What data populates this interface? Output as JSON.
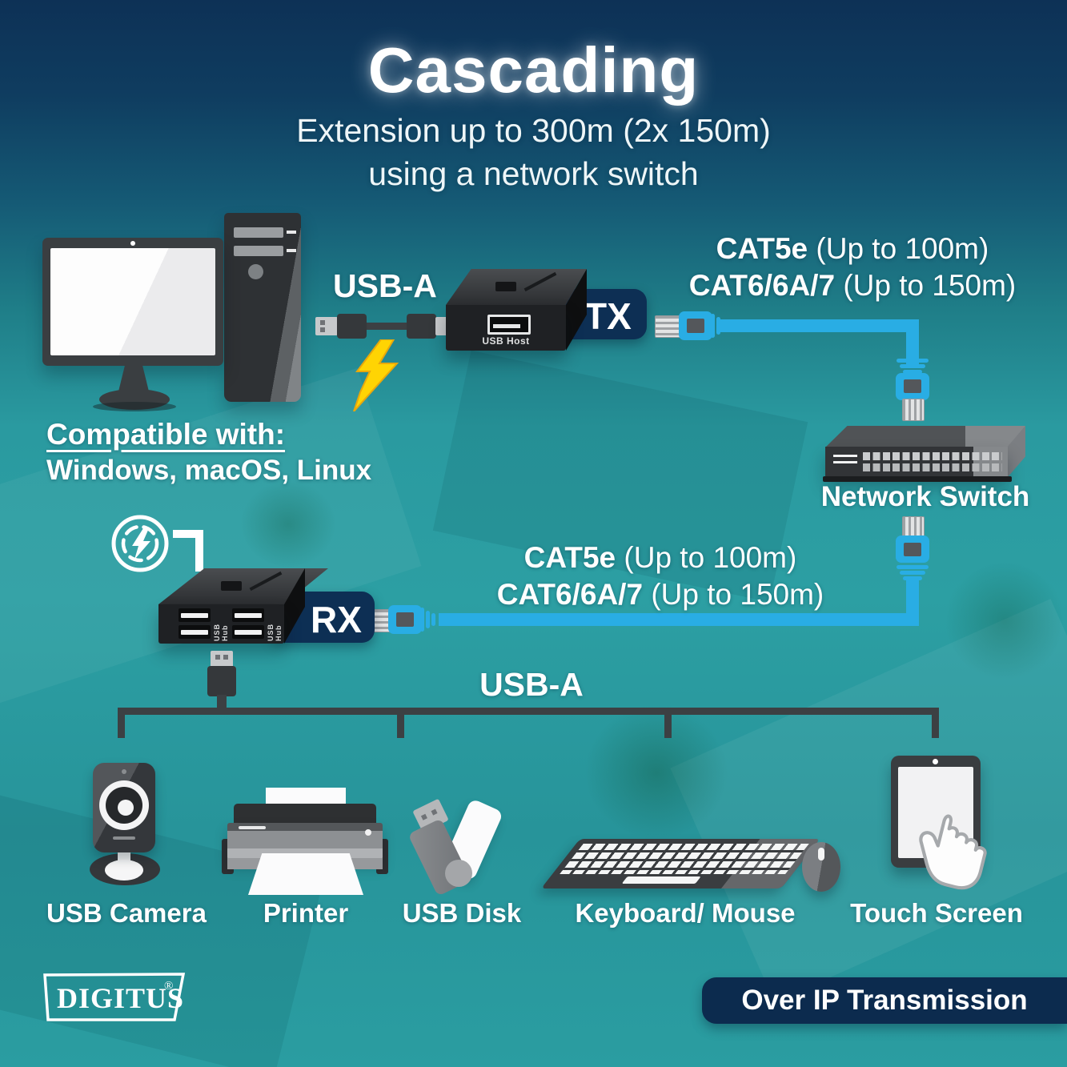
{
  "header": {
    "title": "Cascading",
    "subtitle_line1": "Extension up to 300m (2x 150m)",
    "subtitle_line2": "using a network switch"
  },
  "computer": {
    "compatible_heading": "Compatible with:",
    "compatible_systems": "Windows, macOS, Linux"
  },
  "connections": {
    "usb_a_top": "USB-A",
    "usb_a_bottom": "USB-A",
    "cat_top_line1_bold": "CAT5e",
    "cat_top_line1_rest": " (Up to 100m)",
    "cat_top_line2_bold": "CAT6/6A/7",
    "cat_top_line2_rest": " (Up to 150m)",
    "cat_mid_line1_bold": "CAT5e",
    "cat_mid_line1_rest": " (Up to 100m)",
    "cat_mid_line2_bold": "CAT6/6A/7",
    "cat_mid_line2_rest": " (Up to 150m)"
  },
  "tx": {
    "badge": "TX",
    "port_label": "USB Host"
  },
  "rx": {
    "badge": "RX",
    "hub_label_1": "USB Hub",
    "hub_label_2": "USB Hub"
  },
  "network_switch": {
    "label": "Network Switch"
  },
  "devices": [
    {
      "label": "USB Camera"
    },
    {
      "label": "Printer"
    },
    {
      "label": "USB Disk"
    },
    {
      "label": "Keyboard/ Mouse"
    },
    {
      "label": "Touch Screen"
    }
  ],
  "footer": {
    "brand": "DIGITUS",
    "brand_reg": "®",
    "badge": "Over IP Transmission"
  },
  "icons": {
    "lightning_bolt": "lightning-bolt-icon",
    "power_surge": "power-surge-icon",
    "touch_hand": "touch-hand-icon"
  },
  "colors": {
    "background_teal": "#2a9da1",
    "background_navy": "#0d3156",
    "cable_blue": "#29ade4",
    "badge_navy": "#0d2f54",
    "bolt_yellow": "#ffd400",
    "device_dark": "#3a3d40"
  }
}
